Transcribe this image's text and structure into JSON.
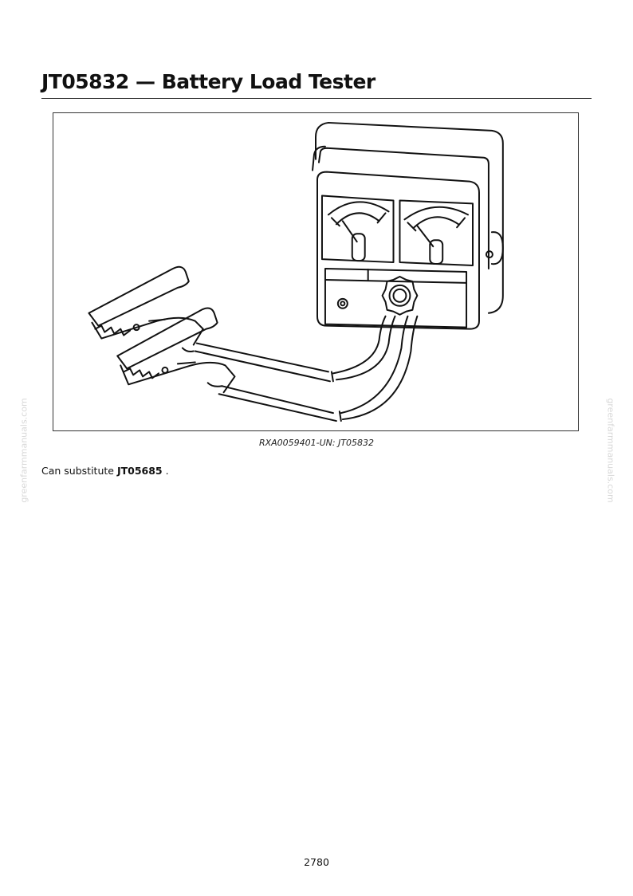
{
  "header": {
    "title": "JT05832 — Battery Load Tester"
  },
  "figure": {
    "caption": "RXA0059401-UN: JT05832",
    "illustration_icon": "battery-load-tester-illustration"
  },
  "body": {
    "prefix": "Can substitute",
    "part_number": "JT05685",
    "suffix": " ."
  },
  "watermark": {
    "left": "greenfarmmanuals.com",
    "right": "greenfarmmanuals.com"
  },
  "footer": {
    "page_number": "2780"
  }
}
